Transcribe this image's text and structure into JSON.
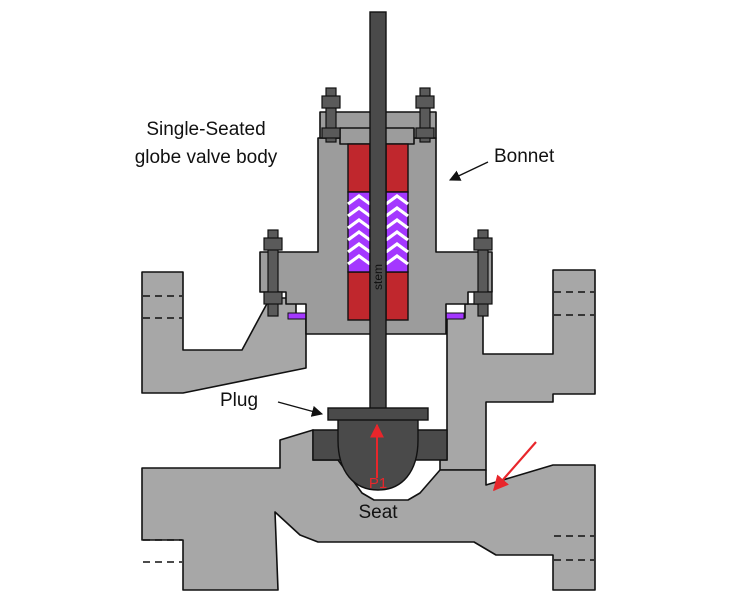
{
  "labels": {
    "title_line1": "Single-Seated",
    "title_line2": "globe valve body",
    "bonnet": "Bonnet",
    "plug": "Plug",
    "stem": "stem",
    "p1": "P1",
    "seat": "Seat"
  },
  "colors": {
    "body": "#a7a7a7",
    "bonnet": "#9c9c9c",
    "packing": "#c0272d",
    "packing_rings": "#a438ff",
    "gasket": "#a438ff",
    "stem": "#4a4a4a",
    "flow_arrow": "#e8262b",
    "p1_arrow": "#e8262b"
  }
}
